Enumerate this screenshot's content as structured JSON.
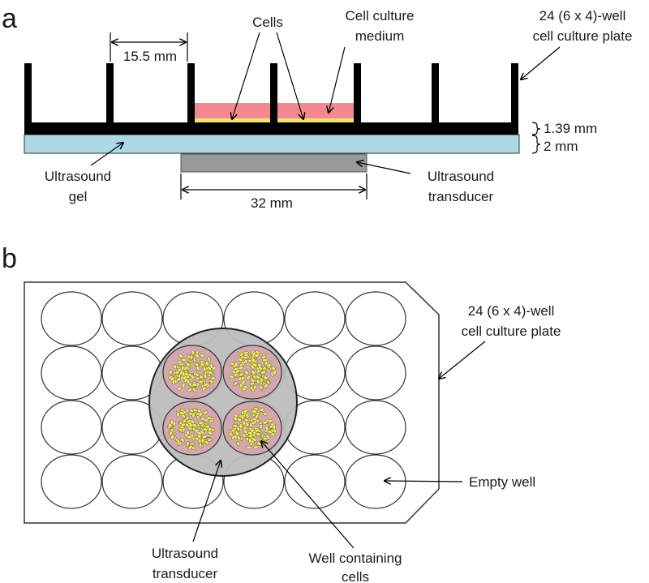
{
  "panel_a": {
    "letter": "a",
    "labels": {
      "cells": "Cells",
      "medium_line1": "Cell culture",
      "medium_line2": "medium",
      "plate_line1": "24 (6 x 4)-well",
      "plate_line2": "cell culture plate",
      "well_spacing": "15.5 mm",
      "bottom_thickness": "1.39 mm",
      "gel_thickness": "2 mm",
      "gel_line1": "Ultrasound",
      "gel_line2": "gel",
      "transducer_line1": "Ultrasound",
      "transducer_line2": "transducer",
      "transducer_width": "32 mm"
    },
    "colors": {
      "plate": "#000000",
      "medium": "#f4888f",
      "cell_layer": "#f2e27a",
      "gel": "#add8e6",
      "transducer": "#999999"
    }
  },
  "panel_b": {
    "letter": "b",
    "labels": {
      "plate_line1": "24 (6 x 4)-well",
      "plate_line2": "cell culture plate",
      "empty_well": "Empty well",
      "transducer_line1": "Ultrasound",
      "transducer_line2": "transducer",
      "well_cells_line1": "Well containing",
      "well_cells_line2": "cells"
    },
    "colors": {
      "transducer_disc": "#bdbdbd",
      "well_with_cells": "#d3a7b0",
      "cell": "#f2e96b"
    },
    "grid": {
      "rows": 4,
      "cols": 6
    }
  }
}
